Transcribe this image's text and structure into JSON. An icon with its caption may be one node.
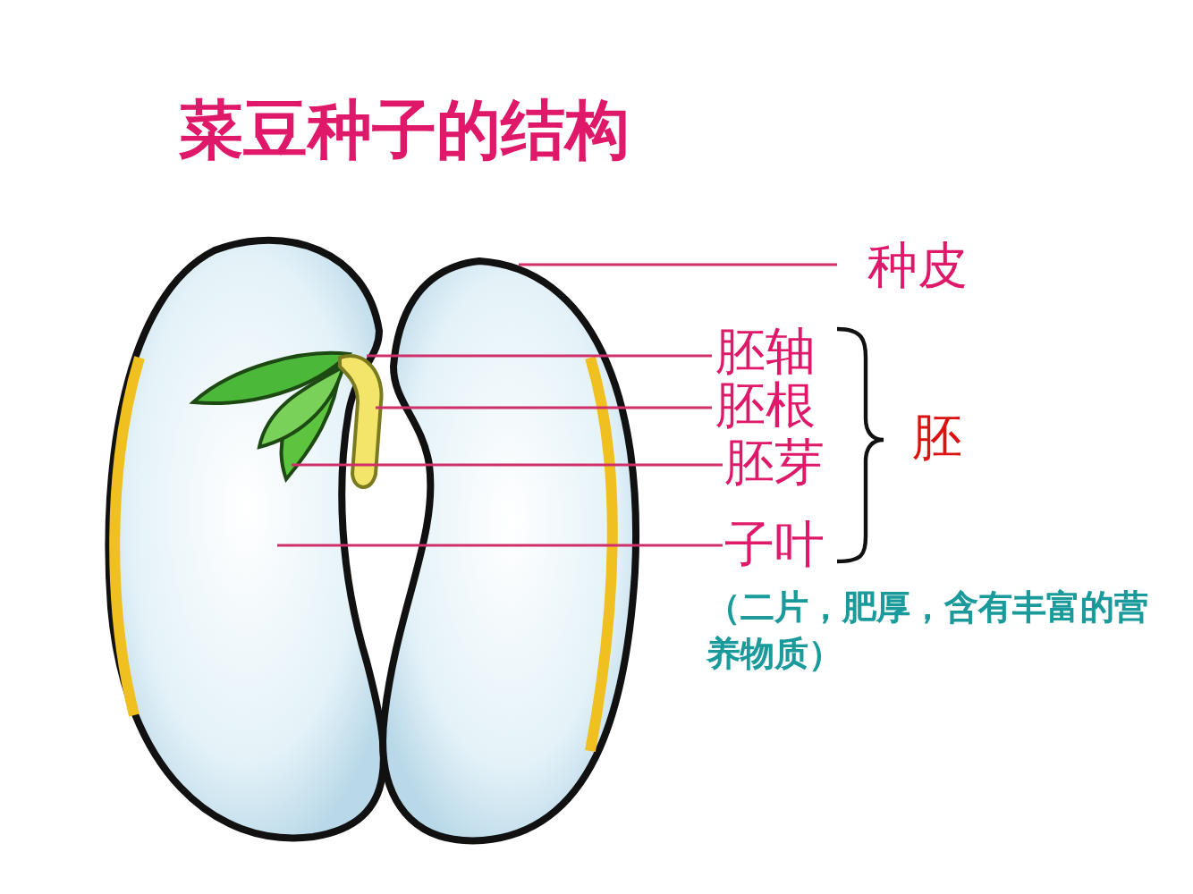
{
  "diagram": {
    "title": "菜豆种子的结构",
    "nodes": [
      {
        "text": [
          "种皮"
        ]
      },
      {
        "text": [
          "胚轴"
        ]
      },
      {
        "text": [
          "胚根"
        ]
      },
      {
        "text": [
          "胚芽"
        ]
      },
      {
        "text": [
          "子叶"
        ],
        "beside": [
          "（二片，肥厚，含有丰富的营养物质）"
        ]
      }
    ],
    "edges": [
      {
        "from": 0,
        "to": null,
        "arrow": "none"
      },
      {
        "from": 1,
        "to": null,
        "arrow": "none"
      },
      {
        "from": 2,
        "to": null,
        "arrow": "none"
      },
      {
        "from": 3,
        "to": null,
        "arrow": "none"
      },
      {
        "from": 4,
        "to": null,
        "arrow": "none"
      }
    ],
    "labels": [
      "胚"
    ]
  }
}
